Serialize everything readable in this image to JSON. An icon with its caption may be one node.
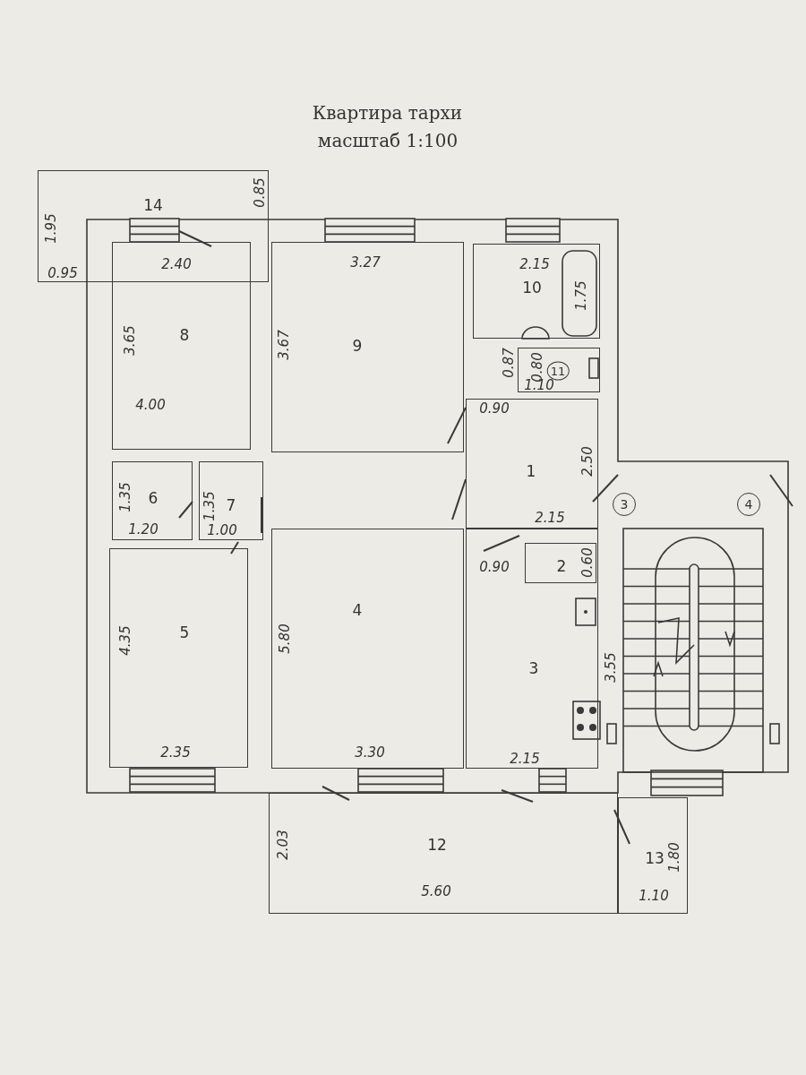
{
  "diagram": {
    "title": "Квартира тархи",
    "nodes": [
      {
        "text": [
          "14"
        ]
      },
      {
        "text": [
          "8"
        ]
      },
      {
        "text": [
          "9"
        ]
      },
      {
        "text": [
          "10"
        ]
      },
      {
        "text": [
          "11"
        ]
      },
      {
        "text": [
          "1"
        ]
      },
      {
        "text": [
          "3"
        ]
      },
      {
        "text": [
          "4"
        ]
      },
      {
        "text": [
          "6"
        ]
      },
      {
        "text": [
          "7"
        ]
      },
      {
        "text": [
          "3"
        ]
      },
      {
        "text": [
          "2"
        ],
        "in": 10
      },
      {
        "text": [
          "5"
        ]
      },
      {
        "text": [
          "4"
        ]
      },
      {
        "text": [
          "12"
        ]
      },
      {
        "text": [
          "13"
        ]
      }
    ],
    "labels": [
      "масштаб 1:100",
      "0.85",
      "1.95",
      "0.95",
      "2.40",
      "3.27",
      "2.15",
      "1.75",
      "3.65",
      "3.67",
      "0.87",
      "0.80",
      "0.90",
      "1.10",
      "4.00",
      "2.50",
      "1.35",
      "1.35",
      "2.15",
      "0.90",
      "0.60",
      "1.20",
      "1.00",
      "4.35",
      "5.80",
      "3.55",
      "2.35",
      "3.30",
      "2.15",
      "2.03",
      "1.80",
      "5.60",
      "1.10"
    ]
  }
}
